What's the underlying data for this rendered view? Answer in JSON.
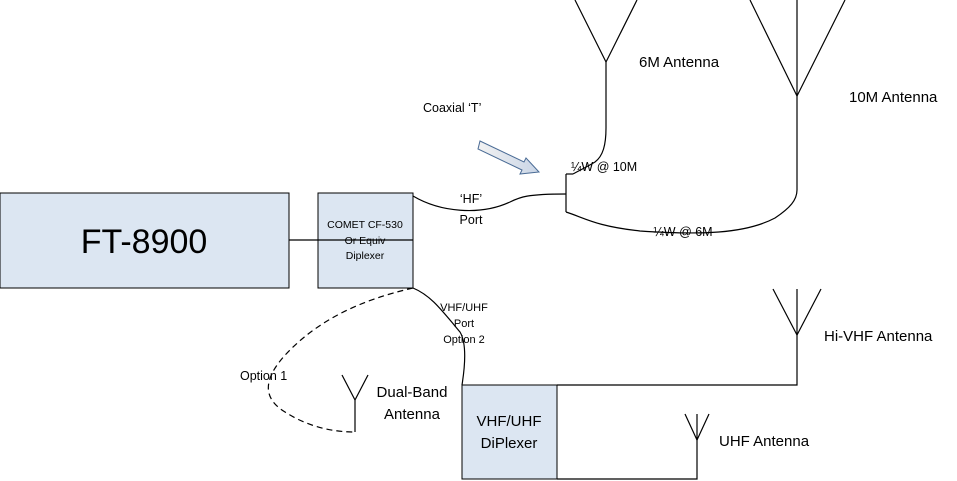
{
  "radio": {
    "label": "FT-8900"
  },
  "diplexer_main": {
    "line1": "COMET CF-530",
    "line2": "Or Equiv",
    "line3": "Diplexer"
  },
  "hf_port": {
    "line1": "‘HF’",
    "line2": "Port"
  },
  "vhfuhf_port": {
    "line1": "VHF/UHF",
    "line2": "Port",
    "line3": "Option 2"
  },
  "coaxial_t": {
    "label": "Coaxial ‘T’"
  },
  "stub_10m": {
    "label": "¼W @ 10M"
  },
  "stub_6m": {
    "label": "¼W @ 6M"
  },
  "antenna_6m": {
    "label": "6M Antenna"
  },
  "antenna_10m": {
    "label": "10M  Antenna"
  },
  "antenna_hivhf": {
    "label": "Hi-VHF Antenna"
  },
  "antenna_uhf": {
    "label": "UHF Antenna"
  },
  "antenna_dualband": {
    "line1": "Dual-Band",
    "line2": "Antenna"
  },
  "option1": {
    "label": "Option 1"
  },
  "diplexer_vu": {
    "line1": "VHF/UHF",
    "line2": "DiPlexer"
  }
}
